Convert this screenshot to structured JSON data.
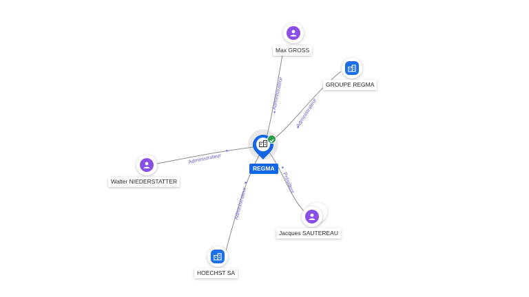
{
  "center": {
    "label": "REGMA",
    "icon": "building-icon",
    "badge": "verified-check-icon"
  },
  "nodes": [
    {
      "id": "max",
      "label": "Max GROSS",
      "kind": "person",
      "icon": "person-icon"
    },
    {
      "id": "groupe",
      "label": "GROUPE REGMA",
      "kind": "company",
      "icon": "building-icon"
    },
    {
      "id": "walter",
      "label": "Walter NIEDERSTATTER",
      "kind": "person",
      "icon": "person-icon"
    },
    {
      "id": "jacques",
      "label": "Jacques SAUTEREAU",
      "kind": "person",
      "icon": "person-icon"
    },
    {
      "id": "hoechst",
      "label": "HOECHST SA",
      "kind": "company",
      "icon": "building-icon"
    }
  ],
  "edges": [
    {
      "from": "max",
      "label": "Administrateur"
    },
    {
      "from": "groupe",
      "label": "Administrateur"
    },
    {
      "from": "walter",
      "label": "Administrateur"
    },
    {
      "from": "jacques",
      "label": "Président"
    },
    {
      "from": "hoechst",
      "label": "Administrateur"
    }
  ],
  "colors": {
    "edge": "#8a8a8a",
    "edge_label": "#6f62d6",
    "person": "#8a4fe6",
    "company": "#1d6fe8",
    "center": "#1366e6",
    "badge": "#2e9d4a"
  }
}
